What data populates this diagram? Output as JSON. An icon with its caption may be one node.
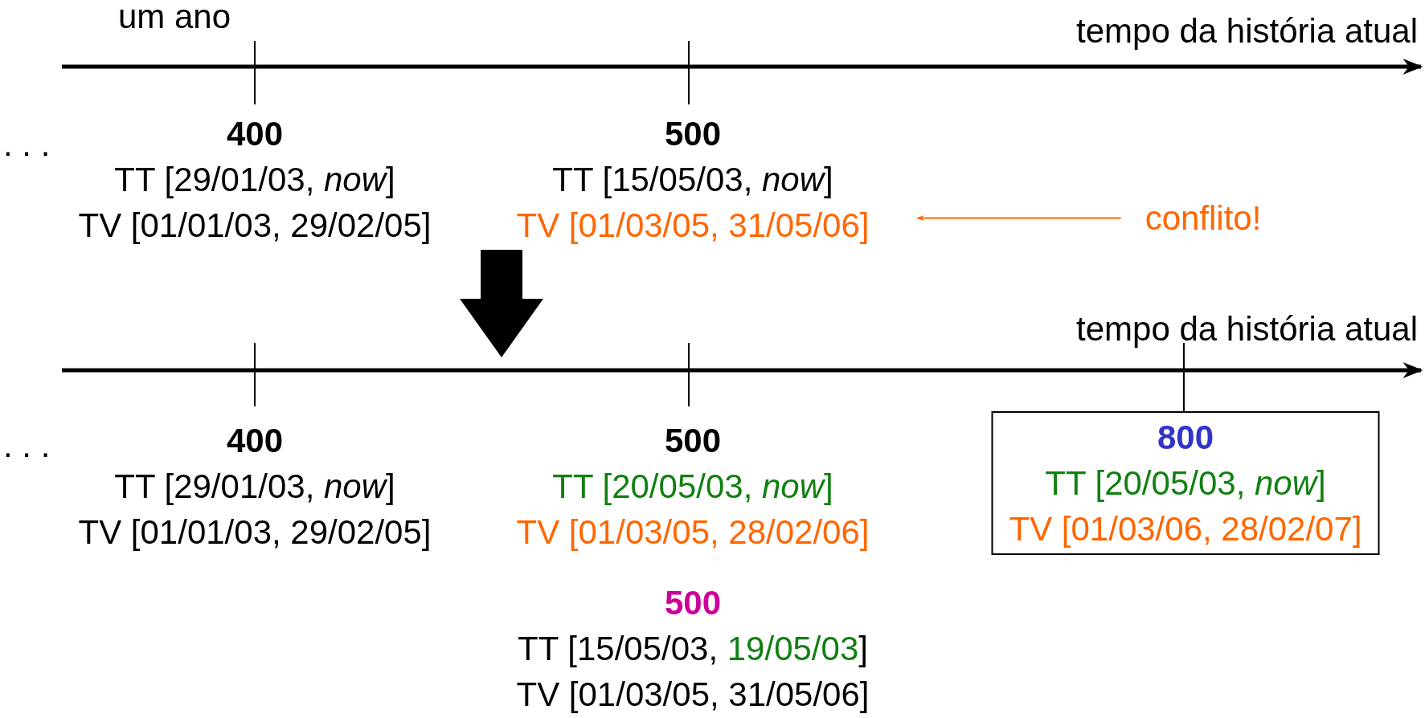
{
  "diagram": {
    "nodes": [
      {
        "text": [
          "400",
          "TT [29/01/03, *now*]",
          "TV [01/01/03, 29/02/05]"
        ]
      },
      {
        "text": [
          "500",
          "TT [15/05/03, *now*]",
          "TV [01/03/05, 31/05/06]"
        ]
      },
      {
        "text": [
          "conflito!"
        ]
      },
      {
        "text": [
          "400",
          "TT [29/01/03, *now*]",
          "TV [01/01/03, 29/02/05]"
        ]
      },
      {
        "text": [
          "500",
          "TT [20/05/03, *now*]",
          "TV [01/03/05, 28/02/06]"
        ]
      },
      {
        "text": [
          "800",
          "TT [20/05/03, *now*]",
          "TV [01/03/06, 28/02/07]"
        ]
      },
      {
        "text": [
          "500",
          "TT [15/05/03, 19/05/03]",
          "TV [01/03/05, 31/05/06]"
        ]
      }
    ],
    "edges": [
      {
        "from": 2,
        "to": 1,
        "arrow": "to",
        "color": "#ff6600"
      }
    ],
    "labels": [
      "um ano",
      "tempo da história atual",
      ". . .",
      "tempo da história atual",
      ". . ."
    ]
  }
}
